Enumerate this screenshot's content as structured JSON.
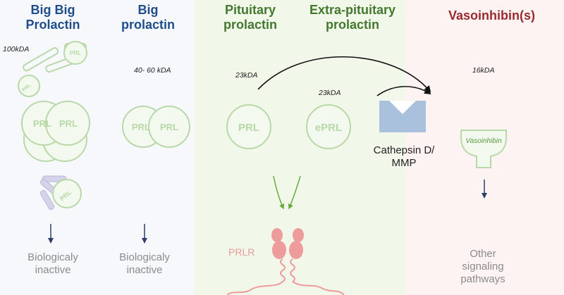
{
  "columns": {
    "big_big": {
      "title": "Big Big\nProlactin",
      "kda": "100kDA",
      "circle_label": "PRL",
      "outcome": "Biologicaly\ninactive"
    },
    "big": {
      "title": "Big\nprolactin",
      "kda": "40- 60 kDA",
      "circle_label": "PRL",
      "outcome": "Biologicaly\ninactive"
    },
    "pituitary": {
      "title": "Pituitary\nprolactin",
      "kda": "23kDA",
      "circle_label": "PRL"
    },
    "extra_pituitary": {
      "title": "Extra-pituitary\nprolactin",
      "kda": "23kDA",
      "circle_label": "ePRL"
    },
    "vasoinhibin": {
      "title": "Vasoinhibin(s)",
      "kda": "16kDA",
      "fragment_label": "Vasoinhibin",
      "outcome": "Other\nsignaling\npathways"
    }
  },
  "enzyme": {
    "label": "Cathepsin D/\nMMP"
  },
  "receptor": {
    "label": "PRLR"
  },
  "colors": {
    "title_blue": "#1f4e8a",
    "title_green": "#43782f",
    "title_red": "#9b2a2e",
    "prl_green": "#b9d8a8",
    "enzyme_blue": "#a9c1dc",
    "receptor_pink": "#ee9b9b",
    "arrow_green": "#6aaa3a"
  }
}
